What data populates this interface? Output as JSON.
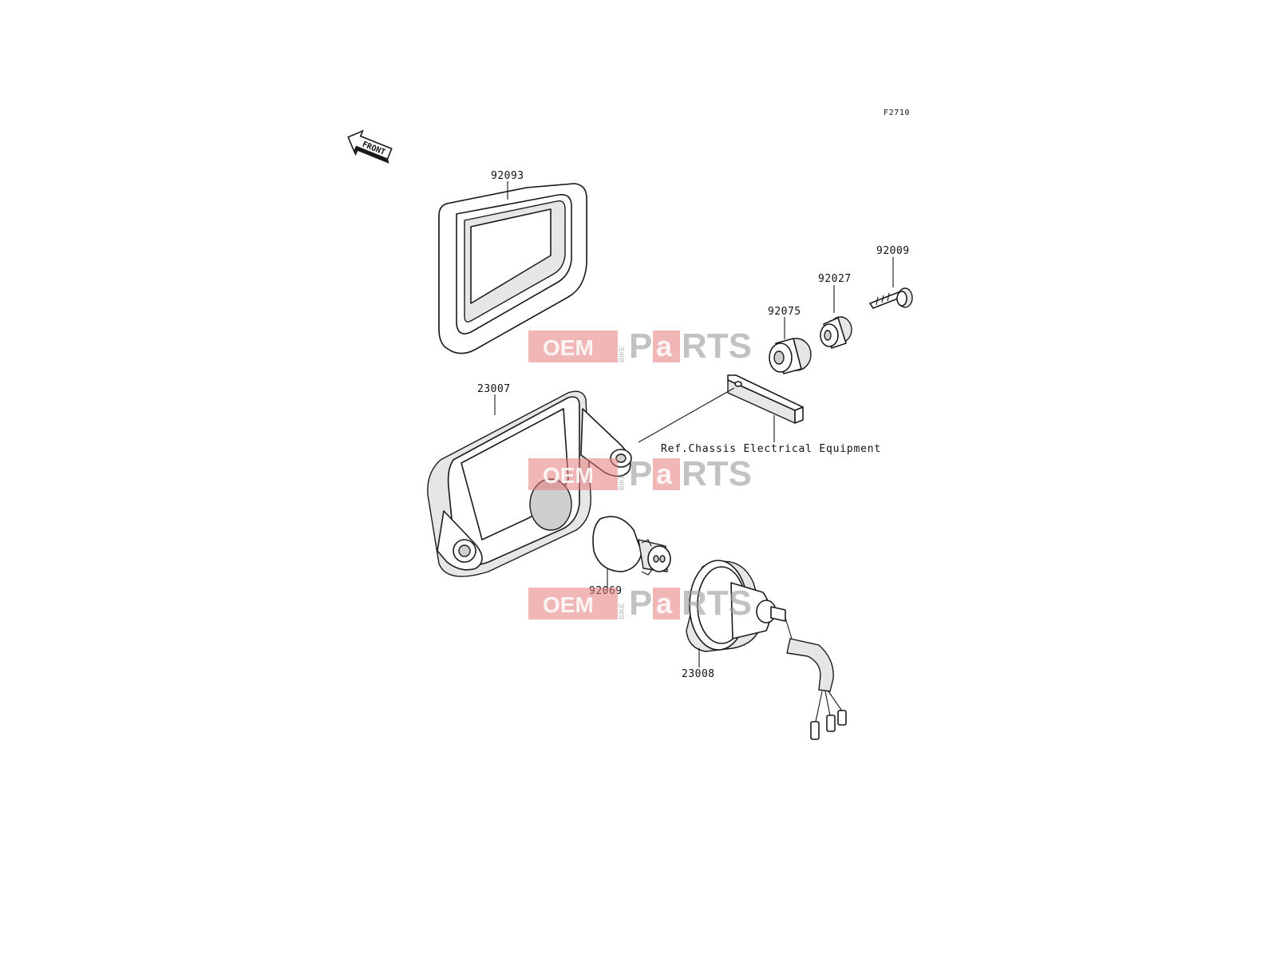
{
  "diagram": {
    "code": "F2710",
    "front_label": "FRONT",
    "reference_note": "Ref.Chassis Electrical Equipment",
    "parts": [
      {
        "number": "92093"
      },
      {
        "number": "92009"
      },
      {
        "number": "92027"
      },
      {
        "number": "92075"
      },
      {
        "number": "23007"
      },
      {
        "number": "92069"
      },
      {
        "number": "23008"
      }
    ]
  },
  "watermark": {
    "left": "OEM",
    "middle": "BIKE",
    "right_a": "P",
    "right_b": "a",
    "right_c": "RTS"
  }
}
